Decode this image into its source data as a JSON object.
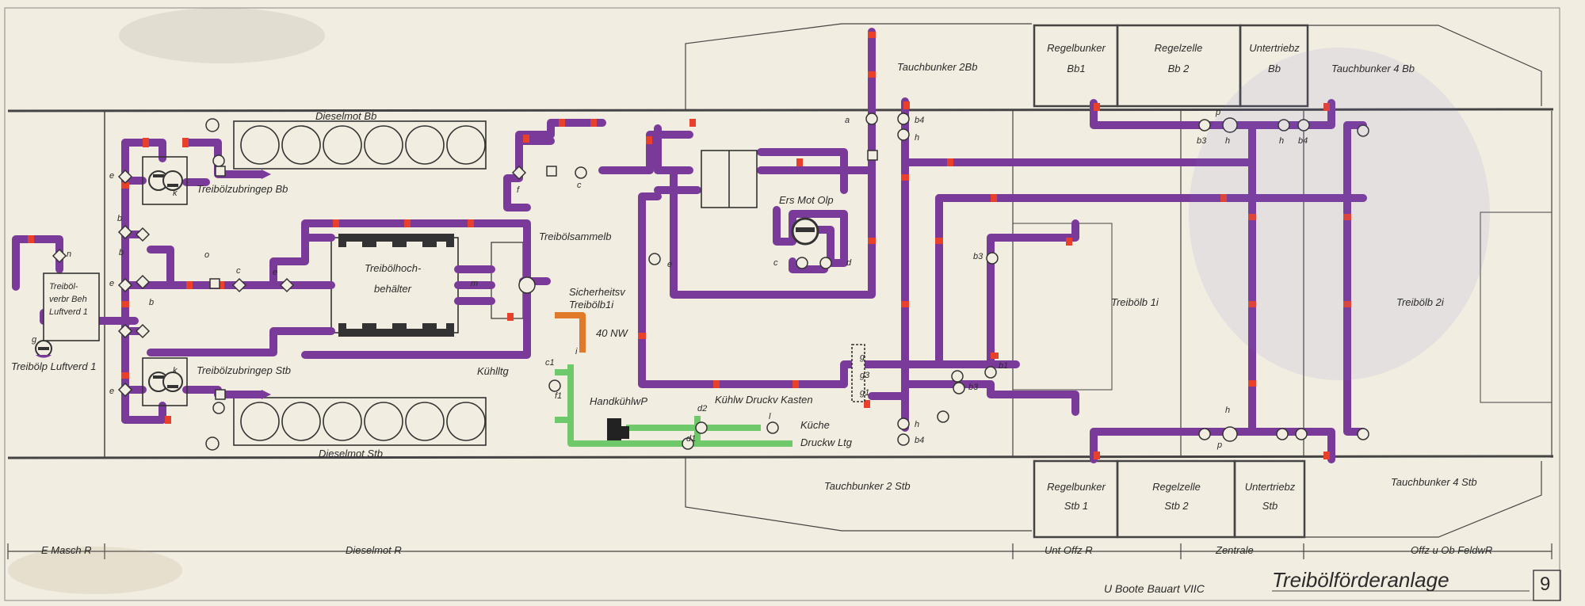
{
  "title": "Treibölförderanlage",
  "subtitle": "U Boote Bauart VIIC",
  "sheet_number": "9",
  "colors": {
    "fuel_pipe": "#7a3a9a",
    "cooling_pipe": "#6fc96a",
    "marker": "#e8402a",
    "ink": "#333333",
    "paper": "#f2ede1"
  },
  "compartments": {
    "tauchbunker_2bb": "Tauchbunker 2Bb",
    "regelbunker_bb1_a": "Regelbunker",
    "regelbunker_bb1_b": "Bb1",
    "regelzelle_bb2_a": "Regelzelle",
    "regelzelle_bb2_b": "Bb 2",
    "untertriebz_bb_a": "Untertriebz",
    "untertriebz_bb_b": "Bb",
    "tauchbunker_4bb": "Tauchbunker 4 Bb",
    "tauchbunker_2stb": "Tauchbunker 2 Stb",
    "regelbunker_stb1_a": "Regelbunker",
    "regelbunker_stb1_b": "Stb 1",
    "regelzelle_stb2_a": "Regelzelle",
    "regelzelle_stb2_b": "Stb 2",
    "untertriebz_stb_a": "Untertriebz",
    "untertriebz_stb_b": "Stb",
    "tauchbunker_4stb": "Tauchbunker 4 Stb",
    "treibolb_1i": "Treibölb 1i",
    "treibolb_2i": "Treibölb 2i"
  },
  "components": {
    "dieselmot_bb": "Dieselmot Bb",
    "dieselmot_stb": "Dieselmot Stb",
    "zubringep_bb": "Treibölzubringep Bb",
    "zubringep_stb": "Treibölzubringep Stb",
    "hochbehalter_a": "Treibölhoch-",
    "hochbehalter_b": "behälter",
    "sammelb": "Treibölsammelb",
    "sicherheitsv_a": "Sicherheitsv",
    "sicherheitsv_b": "Treibölb1i",
    "nw40": "40 NW",
    "kuhlltg": "Kühlltg",
    "handkuhlwp": "HandkühlwP",
    "druckkasten": "Kühlw Druckv Kasten",
    "kuche": "Küche",
    "druckw": "Druckw Ltg",
    "ersmot": "Ers Mot Olp",
    "verbr_a": "Treiböl-",
    "verbr_b": "verbr Beh",
    "verbr_c": "Luftverd 1",
    "treibolp_luftverd": "Treibölp Luftverd 1"
  },
  "valve_labels": {
    "e1": "e",
    "e2": "e",
    "e3": "e",
    "e4": "e",
    "e5": "e",
    "b1": "b",
    "b2": "b",
    "b3": "b",
    "n": "n",
    "g": "g",
    "o": "o",
    "c1": "c",
    "c2": "c",
    "c3": "c",
    "f": "f",
    "f1": "f1",
    "k1": "k",
    "k2": "k",
    "i": "i",
    "m": "m",
    "a": "a",
    "b4a": "b4",
    "h1": "h",
    "h2": "h",
    "h3": "h",
    "h4": "h",
    "h5": "h",
    "b3a": "b3",
    "b3b": "b3",
    "b3c": "b3",
    "b4b": "b4",
    "b4c": "b4",
    "d": "d",
    "d1": "d1",
    "d2": "d2",
    "l": "l",
    "p1": "p",
    "p2": "p",
    "g1": "g",
    "g2": "g3",
    "g3": "g1",
    "b1a": "b1",
    "c1a": "c1"
  },
  "dimensions": {
    "emaschr": "E Masch R",
    "dieselmot_r": "Dieselmot R",
    "unt_offz_r": "Unt Offz R",
    "zentrale": "Zentrale",
    "offz_feldw_r": "Offz u Ob FeldwR"
  }
}
